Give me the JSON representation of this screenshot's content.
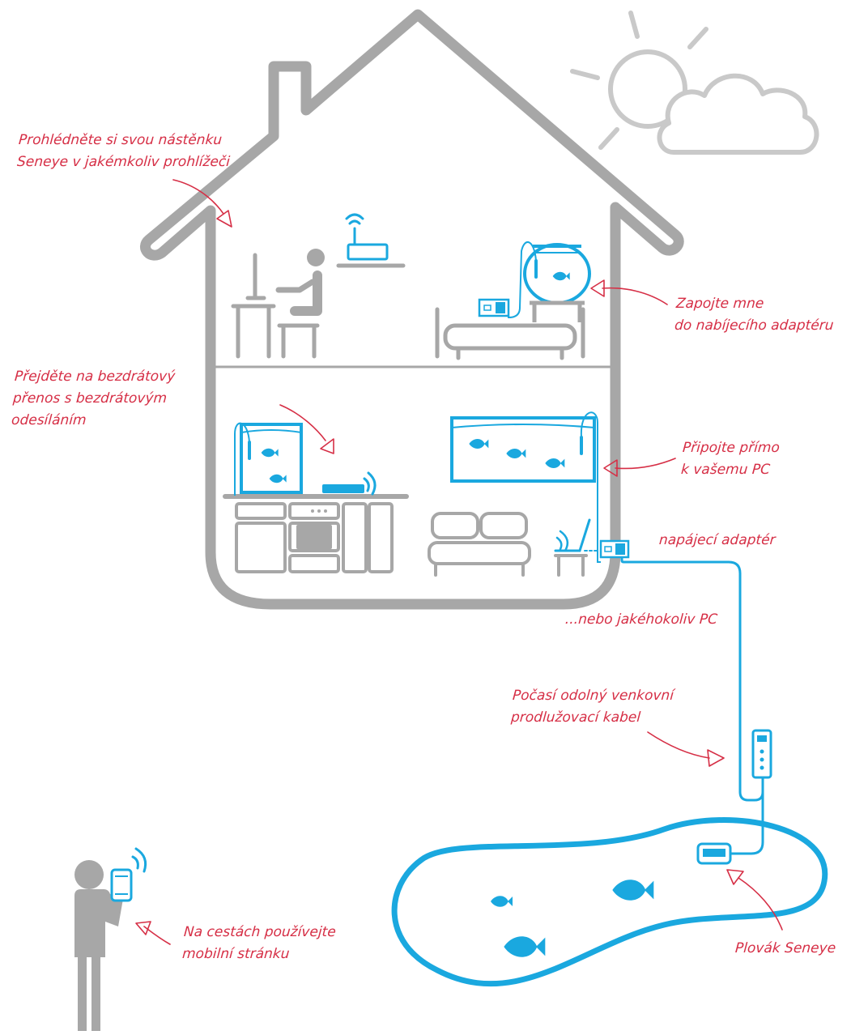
{
  "colors": {
    "outline": "#a7a7a7",
    "blue": "#1aa8df",
    "red": "#d62f46",
    "sky": "#c9c9c9"
  },
  "icons": [
    "house-icon",
    "sun-icon",
    "cloud-icon",
    "desk-computer-icon",
    "person-at-desk-icon",
    "wifi-router-icon",
    "fish-bowl-icon",
    "power-socket-icon",
    "sofa-icon",
    "kitchen-icon",
    "aquarium-icon",
    "laptop-icon",
    "wifi-icon",
    "phone-icon",
    "person-icon",
    "fish-icon",
    "pond-icon",
    "seneye-float-icon",
    "usb-extension-icon"
  ],
  "labels": {
    "dashboard_line1": "Prohlédněte si svou nástěnku",
    "dashboard_line2": "Seneye v jakémkoliv prohlížeči",
    "charger_line1": "Zapojte mne",
    "charger_line2": "do nabíjecího adaptéru",
    "wireless_line1": "Přejděte na bezdrátový",
    "wireless_line2": "přenos s bezdrátovým",
    "wireless_line3": "odesíláním",
    "pc_line1": "Připojte přímo",
    "pc_line2": "k vašemu PC",
    "power_adapter": "napájecí adaptér",
    "any_pc": "...nebo jakéhokoliv PC",
    "cable_line1": "Počasí odolný venkovní",
    "cable_line2": "prodlužovací kabel",
    "float": "Plovák Seneye",
    "mobile_line1": "Na cestách používejte",
    "mobile_line2": "mobilní stránku"
  }
}
